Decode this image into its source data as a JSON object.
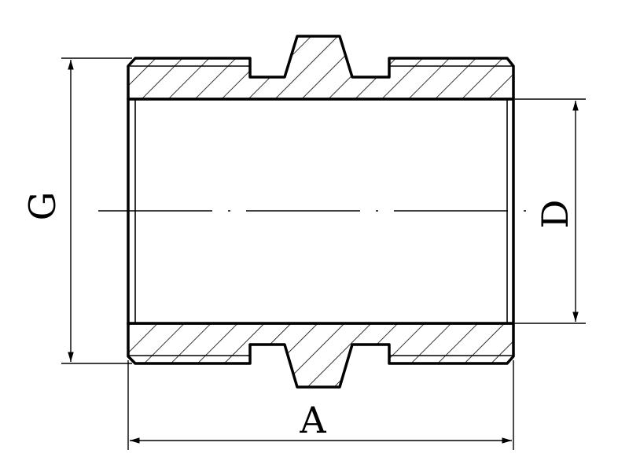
{
  "diagram": {
    "labels": {
      "outer_diameter": "G",
      "inner_diameter": "D",
      "length": "A"
    },
    "colors": {
      "line": "#000000",
      "background": "#ffffff"
    }
  }
}
